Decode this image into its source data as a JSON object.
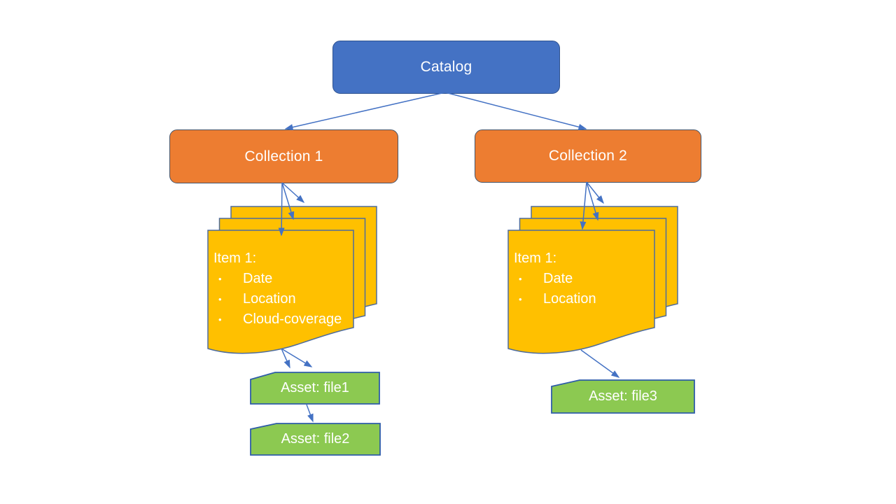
{
  "theme": {
    "background": "#FFFFFF",
    "catalog_fill": "#4472C4",
    "catalog_border": "#2F528F",
    "collection_fill": "#ED7D31",
    "collection_border": "#44546A",
    "item_fill": "#FFC000",
    "item_border": "#4E6C9D",
    "asset_fill": "#8CC951",
    "asset_border": "#2F5DA8",
    "connector": "#4472C4",
    "text": "#FFFFFF"
  },
  "nodes": {
    "catalog": {
      "label": "Catalog"
    },
    "collection_1": {
      "label": "Collection 1"
    },
    "collection_2": {
      "label": "Collection 2"
    },
    "item_stack_1": {
      "title": "Item  1:",
      "bullets": [
        "Date",
        "Location",
        "Cloud-coverage"
      ]
    },
    "item_stack_2": {
      "title": "Item 1:",
      "bullets": [
        "Date",
        "Location"
      ]
    },
    "asset_file1": {
      "label": "Asset: file1"
    },
    "asset_file2": {
      "label": "Asset: file2"
    },
    "asset_file3": {
      "label": "Asset: file3"
    }
  },
  "icons": {
    "bullet": "•"
  }
}
